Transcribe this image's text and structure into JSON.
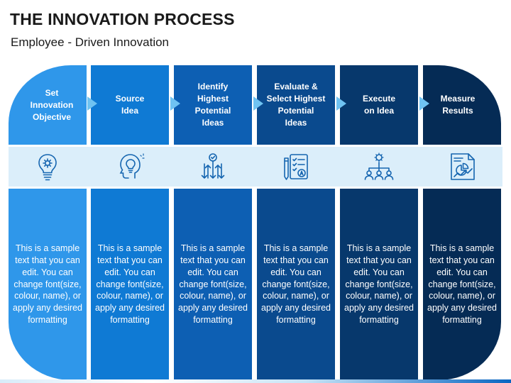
{
  "header": {
    "title": "THE INNOVATION PROCESS",
    "subtitle": "Employee - Driven Innovation"
  },
  "colors": {
    "steps": [
      "#2f97ea",
      "#0f7ad4",
      "#0d5fb3",
      "#0a4a8e",
      "#07386c",
      "#052b55"
    ],
    "band": "#dbeefa",
    "arrow": "#6fc3f2",
    "icon": "#1565b0"
  },
  "steps": [
    {
      "title": "Set\nInnovation\nObjective",
      "icon": "lightbulb-gear-icon",
      "text": "This is a sample text that you can edit. You can change font(size, colour, name), or apply any desired formatting"
    },
    {
      "title": "Source\nIdea",
      "icon": "head-lightbulb-icon",
      "text": "This is a sample text that you can edit. You can change font(size, colour, name), or apply any desired formatting"
    },
    {
      "title": "Identify\nHighest\nPotential\nIdeas",
      "icon": "up-down-arrows-icon",
      "text": "This is a sample text that you can edit. You can change font(size, colour, name), or apply any desired formatting"
    },
    {
      "title": "Evaluate &\nSelect Highest\nPotential\nIdeas",
      "icon": "checklist-pen-icon",
      "text": "This is a sample text that you can edit. You can change font(size, colour, name), or apply any desired formatting"
    },
    {
      "title": "Execute\non Idea",
      "icon": "network-people-icon",
      "text": "This is a sample text that you can edit. You can change font(size, colour, name), or apply any desired formatting"
    },
    {
      "title": "Measure\nResults",
      "icon": "report-chart-icon",
      "text": "This is a sample text that you can edit. You can change font(size, colour, name), or apply any desired formatting"
    }
  ]
}
